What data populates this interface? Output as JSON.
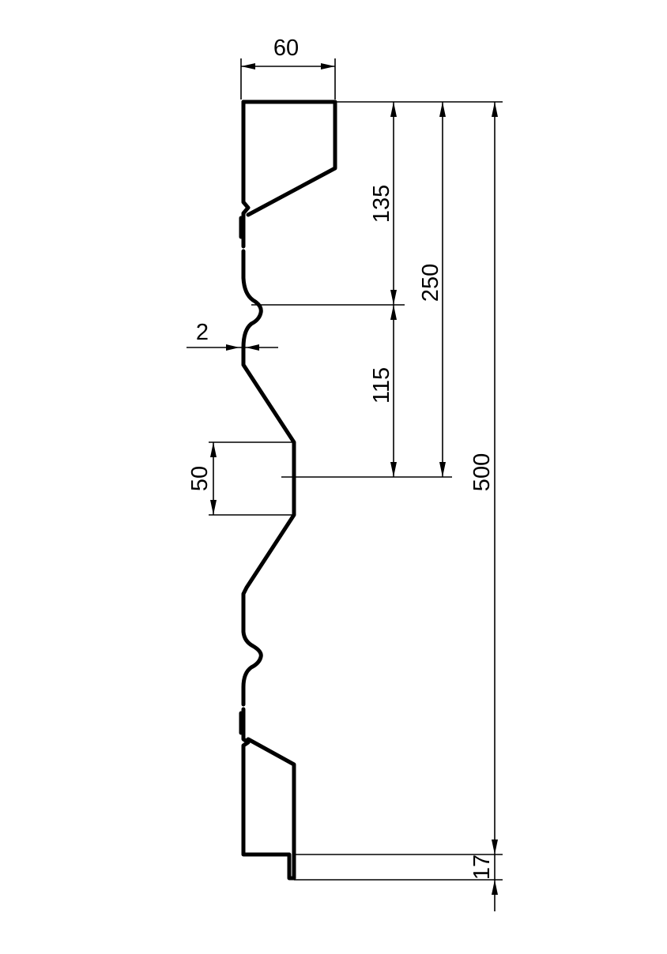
{
  "diagram": {
    "dimensions": {
      "width_top": "60",
      "dim_135": "135",
      "dim_250": "250",
      "dim_500": "500",
      "dim_115": "115",
      "thickness": "2",
      "flat_50": "50",
      "dim_17": "17"
    },
    "colors": {
      "line": "#000000",
      "background": "#ffffff"
    }
  }
}
